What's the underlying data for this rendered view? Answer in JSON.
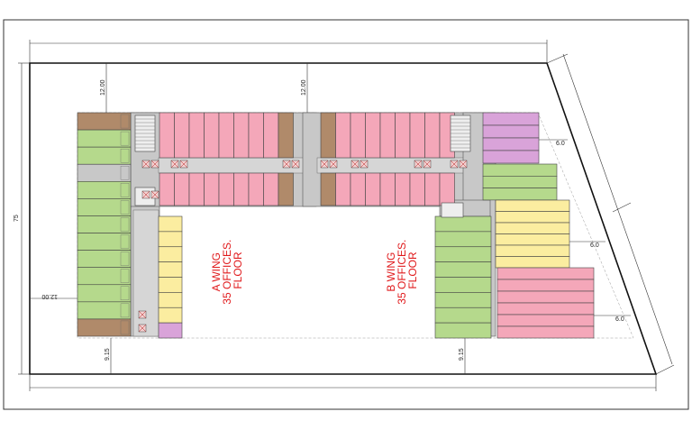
{
  "dimensions": {
    "top_left": "12.00",
    "top_middle": "12.00",
    "left_height": "75",
    "left_offset": "12.00",
    "bottom_left": "9.15",
    "bottom_right": "9.15",
    "diag_1": "6.0",
    "diag_2": "6.0",
    "diag_3": "6.0"
  },
  "wings": {
    "a": [
      "A WING",
      "35 OFFICES.",
      "FLOOR"
    ],
    "b": [
      "B WING",
      "35 OFFICES.",
      "FLOOR"
    ]
  },
  "colors": {
    "pink": "#f4a7b9",
    "green": "#b5d98c",
    "yellow": "#fbeda0",
    "purple": "#d9a3d9",
    "brown": "#b08a6a",
    "grey": "#c8c8c8",
    "wing_text": "#e0191b"
  }
}
